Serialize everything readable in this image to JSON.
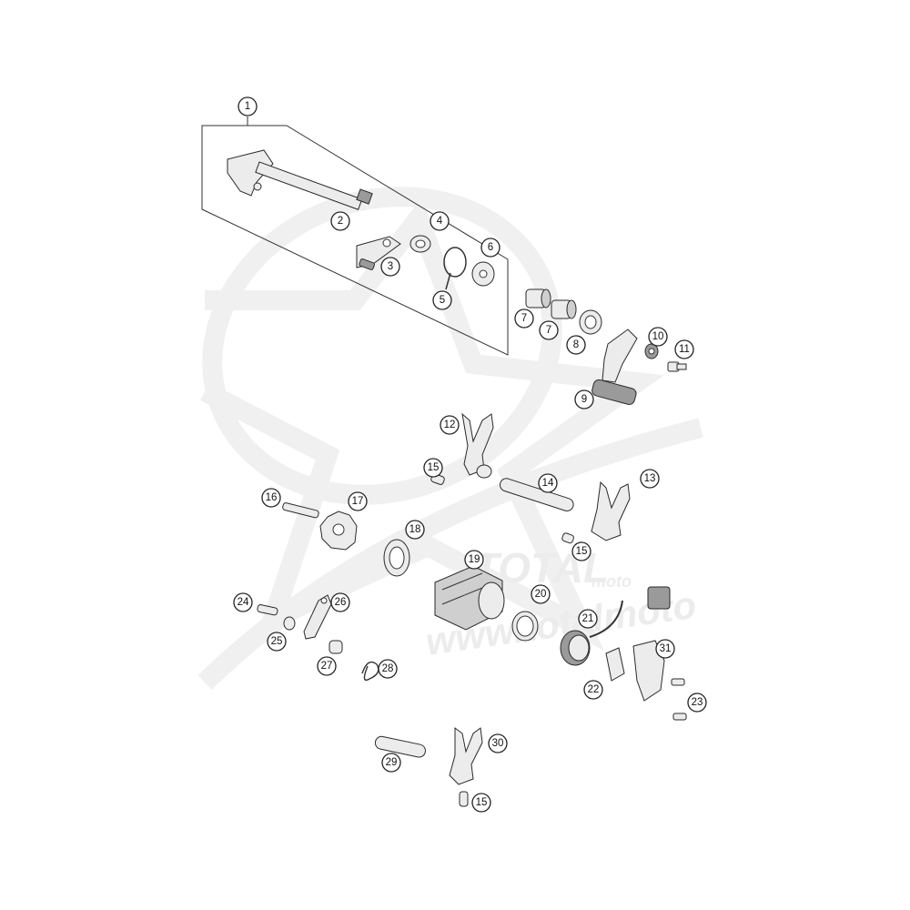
{
  "watermark": {
    "brand": "TOTAL",
    "sub": "moto",
    "url": "www.totalmoto"
  },
  "callouts": [
    {
      "id": "c1",
      "label": "1"
    },
    {
      "id": "c2",
      "label": "2"
    },
    {
      "id": "c3",
      "label": "3"
    },
    {
      "id": "c4",
      "label": "4"
    },
    {
      "id": "c5",
      "label": "5"
    },
    {
      "id": "c6",
      "label": "6"
    },
    {
      "id": "c7a",
      "label": "7"
    },
    {
      "id": "c7b",
      "label": "7"
    },
    {
      "id": "c8",
      "label": "8"
    },
    {
      "id": "c9",
      "label": "9"
    },
    {
      "id": "c10",
      "label": "10"
    },
    {
      "id": "c11",
      "label": "11"
    },
    {
      "id": "c12",
      "label": "12"
    },
    {
      "id": "c13",
      "label": "13"
    },
    {
      "id": "c14",
      "label": "14"
    },
    {
      "id": "c15a",
      "label": "15"
    },
    {
      "id": "c15b",
      "label": "15"
    },
    {
      "id": "c15c",
      "label": "15"
    },
    {
      "id": "c16",
      "label": "16"
    },
    {
      "id": "c17",
      "label": "17"
    },
    {
      "id": "c18",
      "label": "18"
    },
    {
      "id": "c19",
      "label": "19"
    },
    {
      "id": "c20",
      "label": "20"
    },
    {
      "id": "c21",
      "label": "21"
    },
    {
      "id": "c22",
      "label": "22"
    },
    {
      "id": "c23",
      "label": "23"
    },
    {
      "id": "c24",
      "label": "24"
    },
    {
      "id": "c25",
      "label": "25"
    },
    {
      "id": "c26",
      "label": "26"
    },
    {
      "id": "c27",
      "label": "27"
    },
    {
      "id": "c28",
      "label": "28"
    },
    {
      "id": "c29",
      "label": "29"
    },
    {
      "id": "c30",
      "label": "30"
    },
    {
      "id": "c31",
      "label": "31"
    }
  ]
}
